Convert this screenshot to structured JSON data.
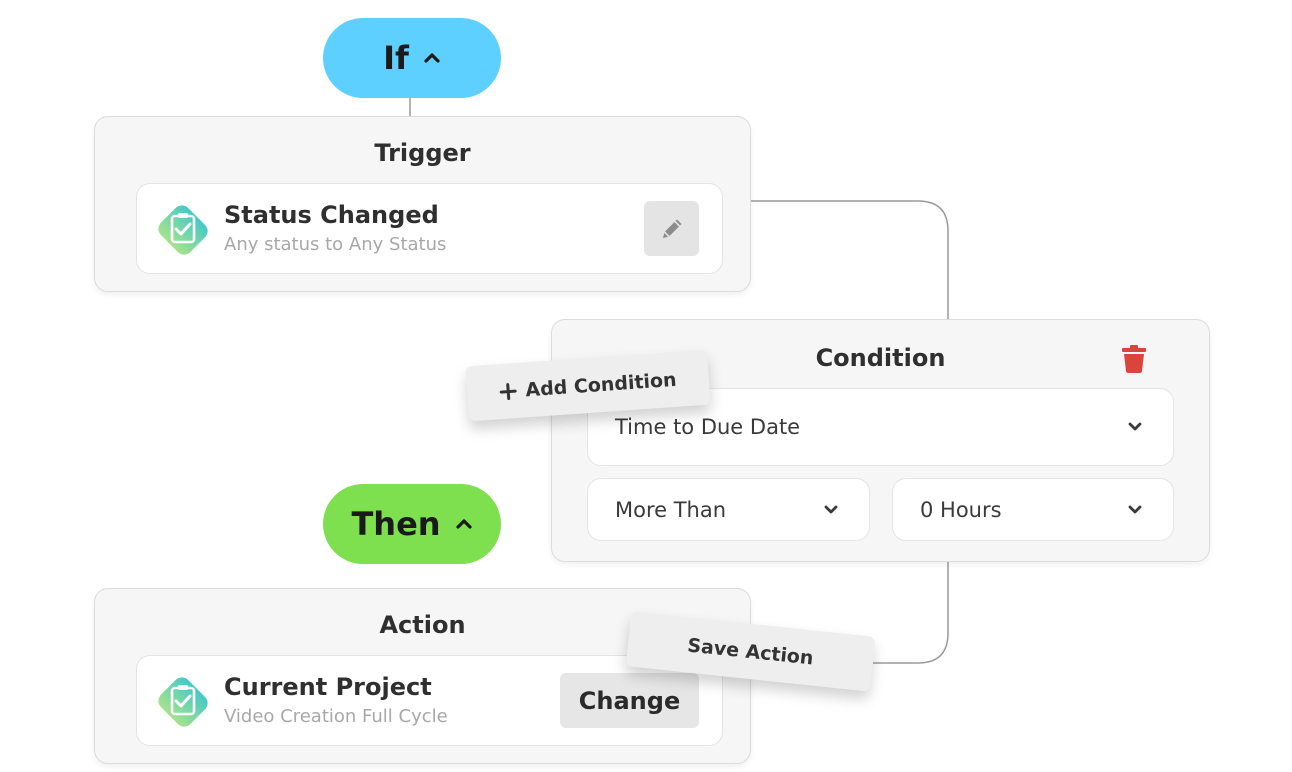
{
  "if_block": {
    "label": "If"
  },
  "then_block": {
    "label": "Then"
  },
  "trigger": {
    "title": "Trigger",
    "item_title": "Status Changed",
    "item_subtitle": "Any status to Any Status"
  },
  "condition": {
    "title": "Condition",
    "metric": "Time to Due Date",
    "operator": "More Than",
    "value": "0 Hours"
  },
  "action": {
    "title": "Action",
    "item_title": "Current Project",
    "item_subtitle": "Video Creation Full Cycle",
    "change_label": "Change"
  },
  "floating": {
    "add_condition_label": "Add Condition",
    "save_action_label": "Save Action"
  },
  "colors": {
    "if_pill": "#5dd0ff",
    "then_pill": "#7ee04f",
    "delete_icon": "#d9453c",
    "icon_gradient_top": "#45c9c9",
    "icon_gradient_bottom": "#a6e389"
  },
  "icons": {
    "trigger_app": "clipboard-check-icon",
    "action_app": "clipboard-check-icon",
    "edit": "pencil-icon",
    "delete": "trash-icon",
    "collapse": "chevron-up-icon",
    "dropdown": "chevron-down-icon",
    "add": "plus-icon"
  }
}
